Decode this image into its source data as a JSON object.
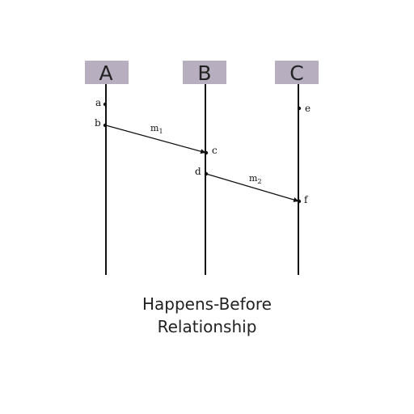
{
  "colors": {
    "header_fill": "#b7afc0",
    "line": "#111111",
    "background": "#ffffff"
  },
  "processes": [
    {
      "id": "A",
      "label": "A"
    },
    {
      "id": "B",
      "label": "B"
    },
    {
      "id": "C",
      "label": "C"
    }
  ],
  "events": [
    {
      "id": "a",
      "label": "a",
      "process": "A"
    },
    {
      "id": "b",
      "label": "b",
      "process": "A"
    },
    {
      "id": "c",
      "label": "c",
      "process": "B"
    },
    {
      "id": "d",
      "label": "d",
      "process": "B"
    },
    {
      "id": "e",
      "label": "e",
      "process": "C"
    },
    {
      "id": "f",
      "label": "f",
      "process": "C"
    }
  ],
  "messages": [
    {
      "id": "m1",
      "label": "m",
      "subscript": "1",
      "from": "b",
      "to": "c"
    },
    {
      "id": "m2",
      "label": "m",
      "subscript": "2",
      "from": "d",
      "to": "f"
    }
  ],
  "caption": {
    "line1": "Happens-Before",
    "line2": "Relationship"
  }
}
